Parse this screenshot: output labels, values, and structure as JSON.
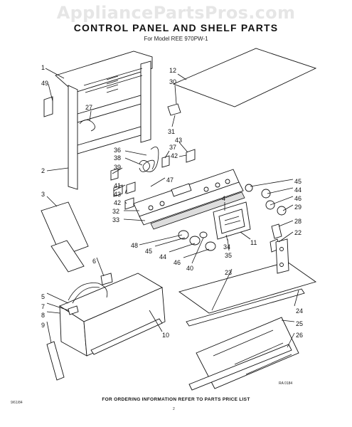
{
  "watermark": "AppliancePartsPros.com",
  "title": "CONTROL PANEL AND SHELF PARTS",
  "subtitle": "For Model REE 970PW-1",
  "figure_ref": "RA 0184",
  "footer": "FOR ORDERING INFORMATION REFER TO PARTS PRICE LIST",
  "page_code": "9/61/84",
  "page_number": "2",
  "callouts": {
    "c1": "1",
    "c49": "49",
    "c27": "27",
    "c12": "12",
    "c30": "30",
    "c31": "31",
    "c43a": "43",
    "c36": "36",
    "c37": "37",
    "c38": "38",
    "c42a": "42",
    "c2": "2",
    "c39": "39",
    "c47": "47",
    "c45a": "45",
    "c44a": "44",
    "c41": "41",
    "c43b": "43",
    "c46a": "46",
    "c42b": "42",
    "c4": "4",
    "c29": "29",
    "c3": "3",
    "c32": "32",
    "c33": "33",
    "c28": "28",
    "c22": "22",
    "c48": "48",
    "c34": "34",
    "c11": "11",
    "c45b": "45",
    "c44b": "44",
    "c46b": "46",
    "c35": "35",
    "c40": "40",
    "c23": "23",
    "c6": "6",
    "c5": "5",
    "c7": "7",
    "c24": "24",
    "c8": "8",
    "c25": "25",
    "c10": "10",
    "c9": "9",
    "c26": "26"
  }
}
